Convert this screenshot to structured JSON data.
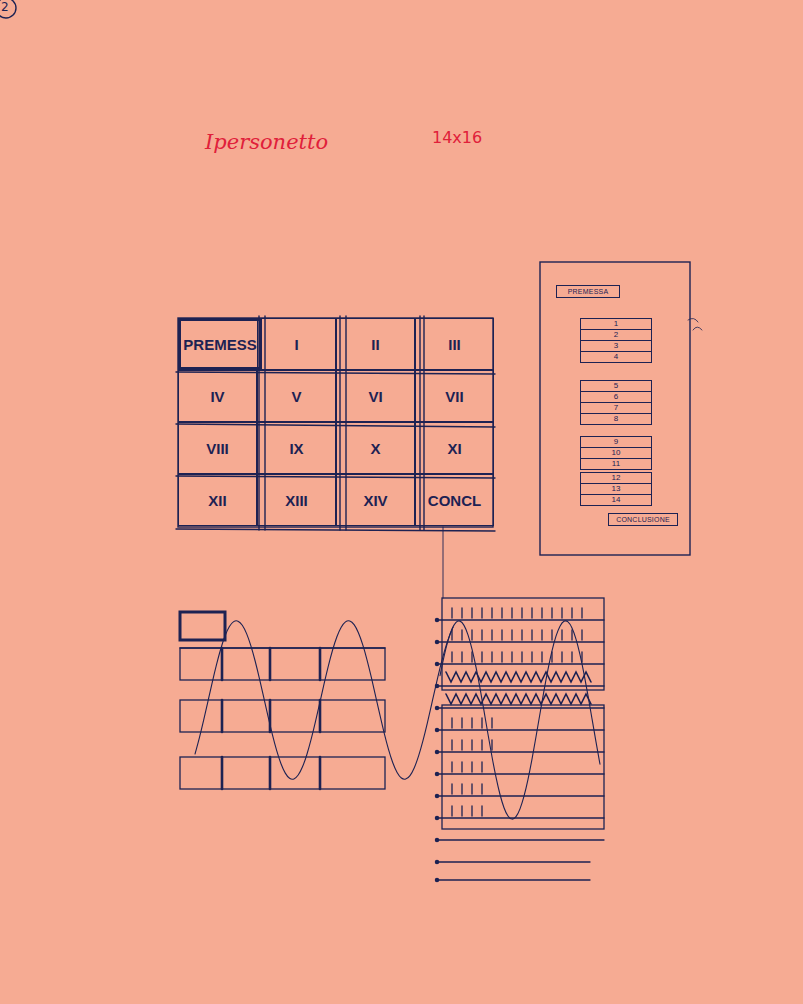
{
  "diagram": {
    "title": "Ipersonetto",
    "nodes": [
      {
        "text": [
          "PREMESS"
        ]
      },
      {
        "text": [
          "I"
        ]
      },
      {
        "text": [
          "II"
        ]
      },
      {
        "text": [
          "III"
        ]
      },
      {
        "text": [
          "IV"
        ]
      },
      {
        "text": [
          "V"
        ]
      },
      {
        "text": [
          "VI"
        ]
      },
      {
        "text": [
          "VII"
        ]
      },
      {
        "text": [
          "VIII"
        ]
      },
      {
        "text": [
          "IX"
        ]
      },
      {
        "text": [
          "X"
        ]
      },
      {
        "text": [
          "XI"
        ]
      },
      {
        "text": [
          "XII"
        ]
      },
      {
        "text": [
          "XIII"
        ]
      },
      {
        "text": [
          "XIV"
        ]
      },
      {
        "text": [
          "CONCL"
        ]
      },
      {
        "text": [
          "PREMESSA"
        ]
      },
      {
        "text": [
          "1",
          "2",
          "3",
          "4"
        ]
      },
      {
        "text": [
          "5",
          "6",
          "7",
          "8"
        ]
      },
      {
        "text": [
          "9",
          "10",
          "11"
        ]
      },
      {
        "text": [
          "12",
          "13",
          "14"
        ]
      },
      {
        "text": [
          "CONCLUSIONE"
        ]
      }
    ],
    "labels": [
      "2",
      "14x16"
    ]
  }
}
